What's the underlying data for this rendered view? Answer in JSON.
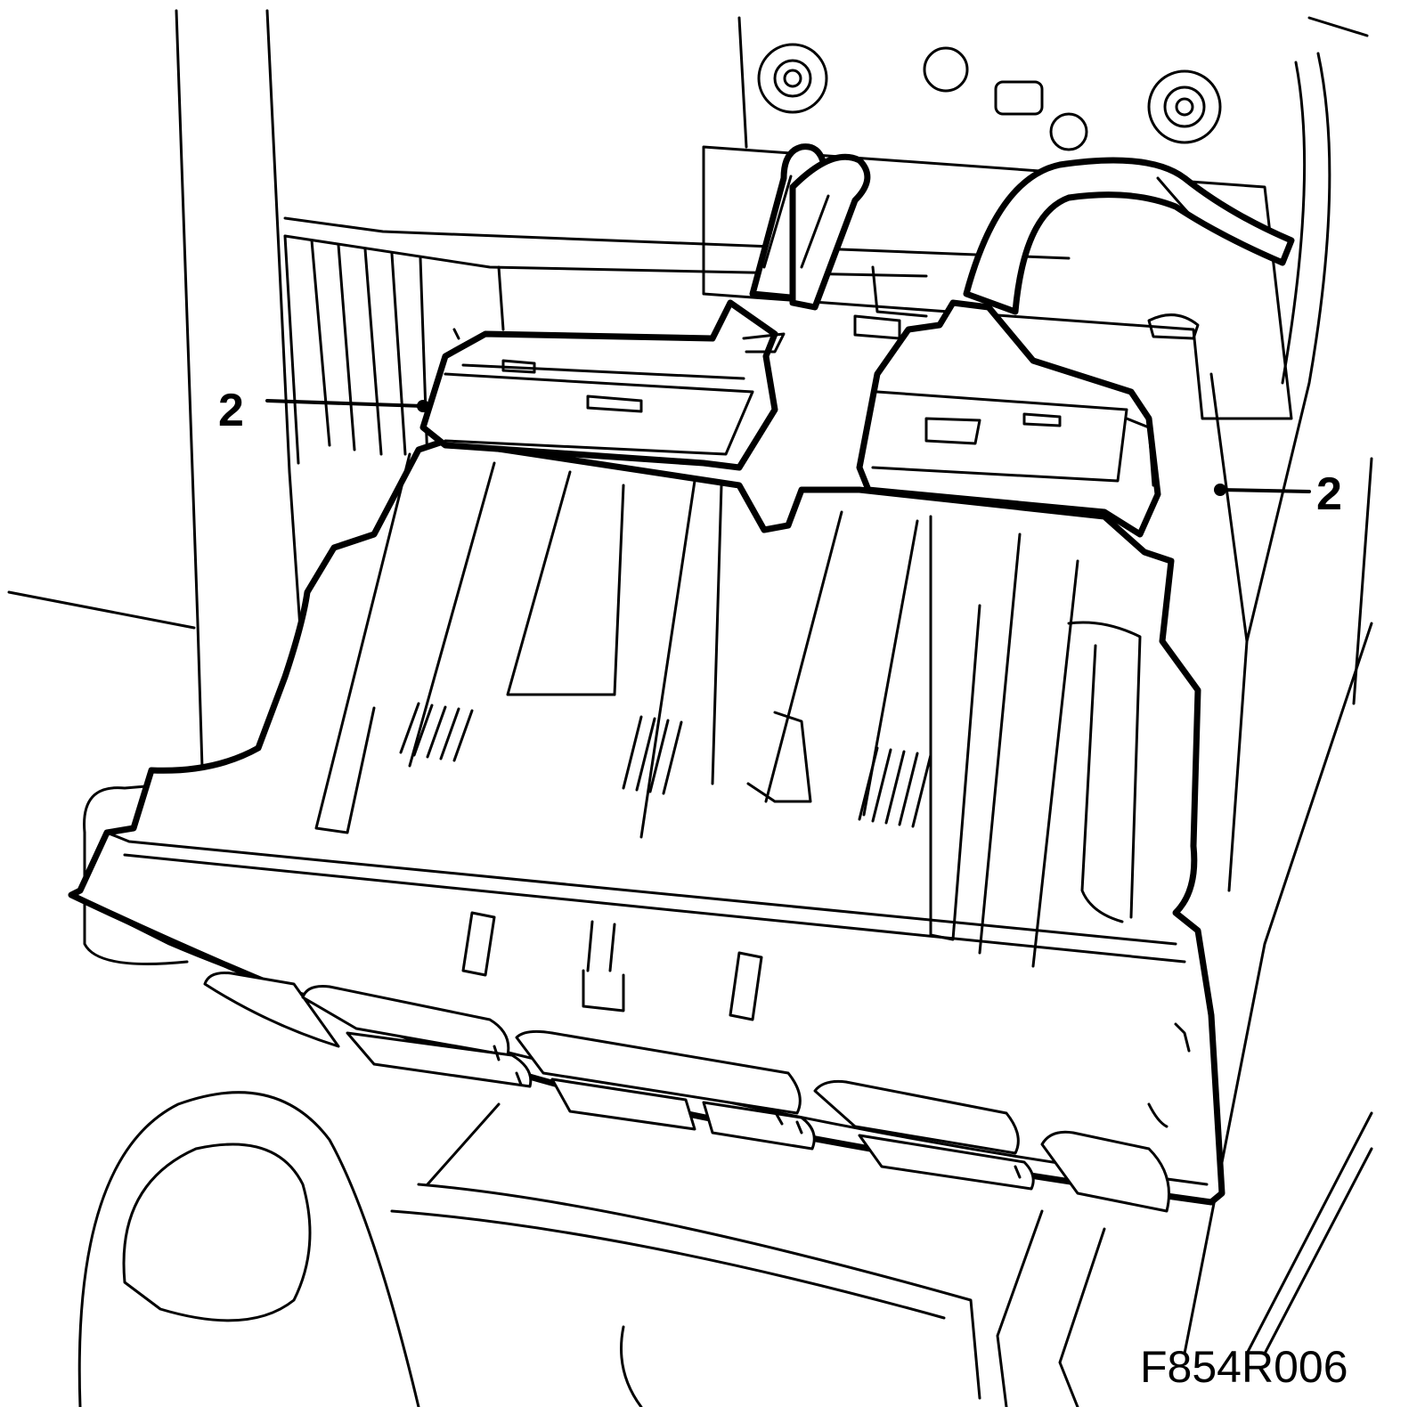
{
  "callouts": [
    {
      "id": "left",
      "number": "2"
    },
    {
      "id": "right",
      "number": "2"
    }
  ],
  "figure_id": "F854R006"
}
